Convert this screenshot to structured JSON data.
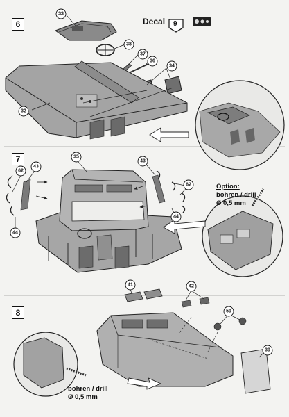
{
  "steps": [
    "6",
    "7",
    "8"
  ],
  "decal": {
    "label": "Decal",
    "number": "9"
  },
  "parts": {
    "step6": [
      "33",
      "38",
      "37",
      "36",
      "34",
      "32"
    ],
    "step7": [
      "35",
      "43",
      "43",
      "62",
      "62",
      "44",
      "44"
    ],
    "step8": [
      "41",
      "42",
      "59",
      "39"
    ]
  },
  "notes": {
    "option_label": "Option:",
    "drill_de": "bohren / drill",
    "drill_size": "Ø 0,5 mm"
  }
}
